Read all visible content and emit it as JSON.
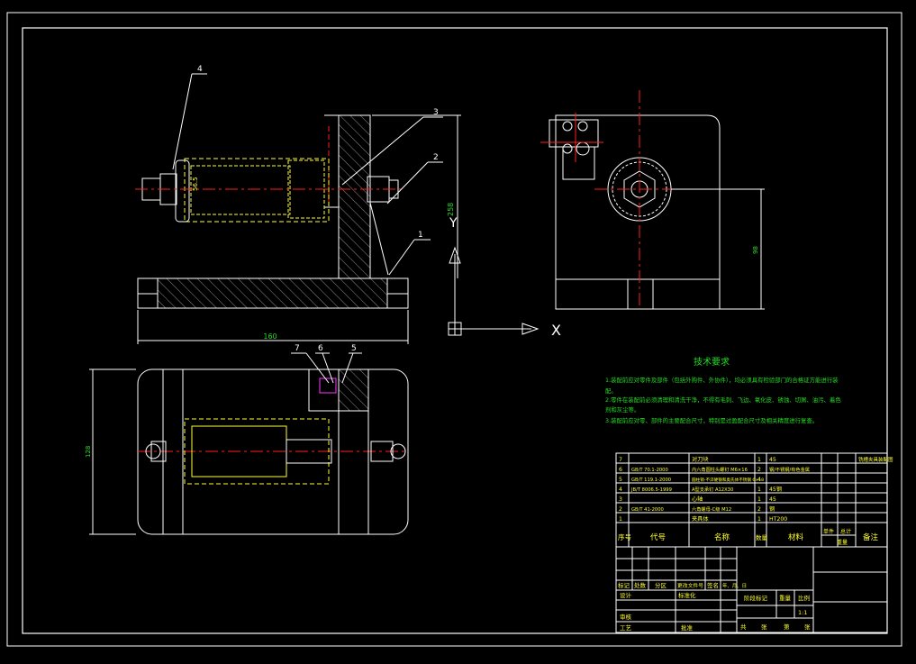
{
  "colors": {
    "background": "#000000",
    "outline": "#ffffff",
    "centerline": "#ff2020",
    "hidden": "#ffff33",
    "hatch": "#9a9a9a",
    "leader": "#ffffff",
    "text_green": "#22dd22",
    "text_yellow": "#ffff33",
    "highlight": "#ff33ff"
  },
  "front_view": {
    "balloons": [
      "4",
      "3",
      "2",
      "1"
    ],
    "dim_width": "160",
    "dim_height": "258",
    "dim_bore": "56.5"
  },
  "top_view": {
    "balloons": [
      "7",
      "6",
      "5"
    ],
    "dim_height": "128"
  },
  "side_view": {
    "dim_height": "98"
  },
  "ucs": {
    "x_label": "X",
    "y_label": "Y"
  },
  "tech_req": {
    "title": "技术要求",
    "lines": [
      "1.装配前应对零件及部件（包括外购件、外协件），均必须具有检验部门的合格证方能进行装",
      "配。",
      "2.零件在装配前必须清理和清洗干净，不得有毛刺、飞边、氧化皮、锈蚀、切屑、油污、着色",
      "剂和灰尘等。",
      "3.装配前应对零、部件的主要配合尺寸，特别是过盈配合尺寸及相关精度进行复查。"
    ]
  },
  "bom": {
    "rows": [
      {
        "no": "7",
        "code": "",
        "name": "对刀块",
        "qty": "1",
        "material": "45",
        "note": ""
      },
      {
        "no": "6",
        "code": "GB/T 70.1-2000",
        "name": "内六角圆柱头螺钉 M6×16",
        "qty": "2",
        "material": "钢/不锈钢/有色金属",
        "note": ""
      },
      {
        "no": "5",
        "code": "GB/T 119.1-2000",
        "name": "圆柱销-不淬硬钢和奥氏体不锈钢 6×18",
        "qty": "4",
        "material": "",
        "note": ""
      },
      {
        "no": "4",
        "code": "JB/T 8006.5-1999",
        "name": "A型支承钉 A12X30",
        "qty": "1",
        "material": "45钢",
        "note": ""
      },
      {
        "no": "3",
        "code": "",
        "name": "心轴",
        "qty": "1",
        "material": "45",
        "note": ""
      },
      {
        "no": "2",
        "code": "GB/T 41-2000",
        "name": "六角螺母-C级 M12",
        "qty": "2",
        "material": "钢",
        "note": ""
      },
      {
        "no": "1",
        "code": "",
        "name": "夹具体",
        "qty": "1",
        "material": "HT200",
        "note": ""
      }
    ],
    "header": {
      "no": "序号",
      "code": "代号",
      "name": "名称",
      "qty": "数量",
      "material": "材料",
      "unit_w": "单件",
      "total_w": "总计",
      "weight": "重量",
      "note": "备注"
    },
    "side_note": "铣槽夹具装配图"
  },
  "title_block": {
    "revision_labels": [
      "标记",
      "处数",
      "分区",
      "更改文件号",
      "签名",
      "年、月、日"
    ],
    "design": "设计",
    "standardize": "标准化",
    "review": "审核",
    "process": "工艺",
    "approve": "批准",
    "stage_mark": "阶段标记",
    "weight": "重量",
    "scale": "比例",
    "scale_value": "1:1",
    "sheet_line": [
      "共",
      "张",
      "第",
      "张"
    ]
  }
}
